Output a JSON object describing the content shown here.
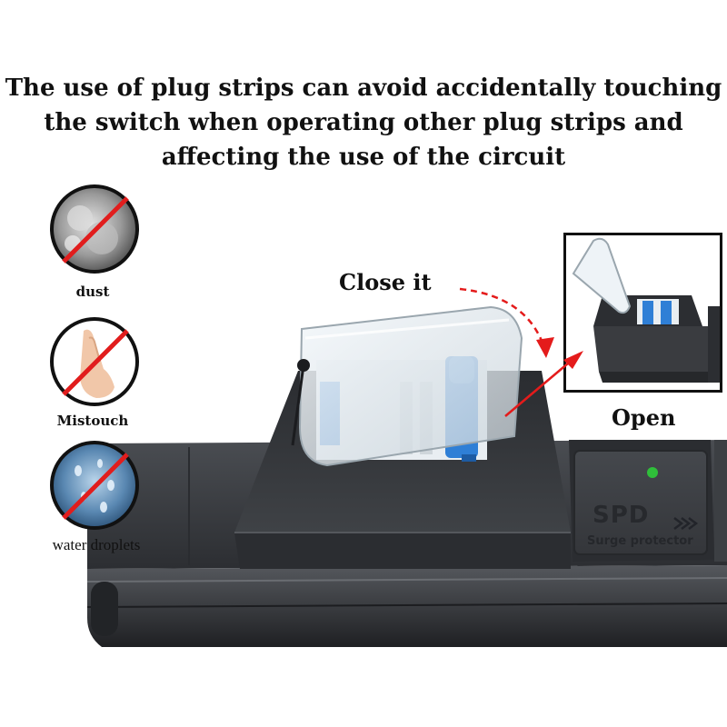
{
  "headline": {
    "line1": "The use of plug strips can avoid accidentally touching",
    "line2": "the switch when operating other plug strips and",
    "line3": "affecting the use of the circuit"
  },
  "badges": [
    {
      "label": "dust",
      "icon": "dust-prohibited-icon"
    },
    {
      "label": "Mistouch",
      "icon": "finger-touch-prohibited-icon"
    },
    {
      "label": "water droplets",
      "icon": "water-droplets-prohibited-icon"
    }
  ],
  "callouts": {
    "close": "Close it",
    "open": "Open"
  },
  "module": {
    "spd_title": "SPD",
    "spd_subtitle": "Surge protector"
  },
  "colors": {
    "prohibit_red": "#e11d1d",
    "arrow_red": "#e41b1b",
    "strip_dark": "#3a3d42",
    "breaker_blue": "#2f7fd6",
    "indicator_green": "#2fbf3a"
  }
}
